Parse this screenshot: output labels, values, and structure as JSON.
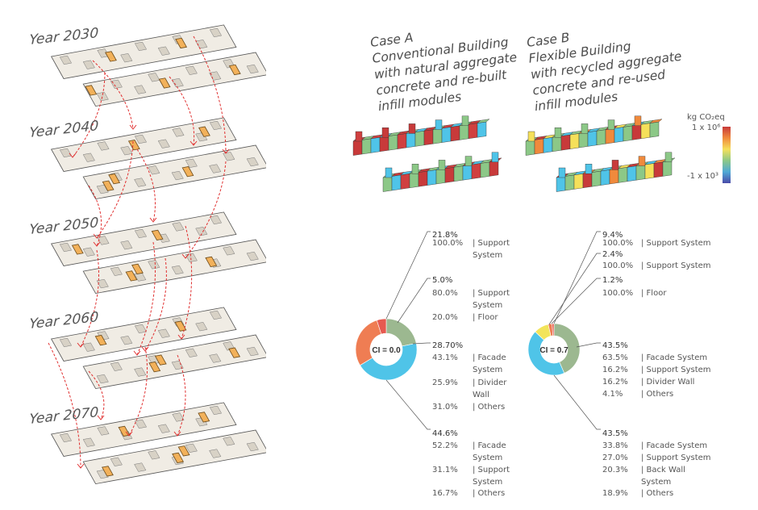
{
  "timeline": {
    "years": [
      "Year 2030",
      "Year 2040",
      "Year 2050",
      "Year 2060",
      "Year 2070"
    ]
  },
  "cases": [
    {
      "title_lines": [
        "Case A",
        "Conventional Building",
        "with natural aggregate",
        "concrete and re-built",
        "infill modules"
      ],
      "ci_label": "CI = 0.0",
      "donut": {
        "values": [
          21.8,
          5.0,
          28.7,
          44.6
        ],
        "colors": [
          "#9cb890",
          "#e65a50",
          "#ef7d53",
          "#4fc4e8"
        ]
      },
      "groups": [
        {
          "pct": "21.8%",
          "items": [
            {
              "p": "100.0%",
              "l": "| Support System"
            }
          ]
        },
        {
          "pct": "5.0%",
          "items": [
            {
              "p": "80.0%",
              "l": "| Support System"
            },
            {
              "p": "20.0%",
              "l": "| Floor"
            }
          ]
        },
        {
          "pct": "28.70%",
          "items": [
            {
              "p": "43.1%",
              "l": "| Facade System"
            },
            {
              "p": "25.9%",
              "l": "| Divider Wall"
            },
            {
              "p": "31.0%",
              "l": "| Others"
            }
          ]
        },
        {
          "pct": "44.6%",
          "items": [
            {
              "p": "52.2%",
              "l": "| Facade System"
            },
            {
              "p": "31.1%",
              "l": "| Support System"
            },
            {
              "p": "16.7%",
              "l": "| Others"
            }
          ]
        }
      ]
    },
    {
      "title_lines": [
        "Case B",
        "Flexible Building",
        "with recycled aggregate",
        "concrete and re-used",
        "infill modules"
      ],
      "ci_label": "CI = 0.7",
      "donut": {
        "values": [
          43.5,
          43.5,
          9.4,
          2.4,
          1.2
        ],
        "colors": [
          "#9cb890",
          "#4fc4e8",
          "#f2e45a",
          "#ef7d53",
          "#e65a50"
        ]
      },
      "groups": [
        {
          "pct": "9.4%",
          "items": [
            {
              "p": "100.0%",
              "l": "| Support System"
            }
          ]
        },
        {
          "pct": "2.4%",
          "items": [
            {
              "p": "100.0%",
              "l": "| Support System"
            }
          ]
        },
        {
          "pct": "1.2%",
          "items": [
            {
              "p": "100.0%",
              "l": "| Floor"
            }
          ]
        },
        {
          "pct": "43.5%",
          "items": [
            {
              "p": "63.5%",
              "l": "| Facade System"
            },
            {
              "p": "16.2%",
              "l": "| Support System"
            },
            {
              "p": "16.2%",
              "l": "| Divider Wall"
            },
            {
              "p": "4.1%",
              "l": "| Others"
            }
          ]
        },
        {
          "pct": "43.5%",
          "items": [
            {
              "p": "33.8%",
              "l": "| Facade System"
            },
            {
              "p": "27.0%",
              "l": "| Support System"
            },
            {
              "p": "20.3%",
              "l": "| Back Wall System"
            },
            {
              "p": "18.9%",
              "l": "| Others"
            }
          ]
        }
      ]
    }
  ],
  "legend": {
    "unit": "kg CO₂eq",
    "max_label": "1 x 10⁶",
    "min_label": "-1  x 10³",
    "gradient": [
      "#c83a3a",
      "#f08a3c",
      "#f5e05a",
      "#8cc887",
      "#4fa9d6",
      "#4a4aa8"
    ]
  },
  "colors": {
    "plan_fill": "#f0ece4",
    "plan_wall": "#d8d2c6",
    "module": "#f2b15a",
    "arrow": "#e03030"
  }
}
